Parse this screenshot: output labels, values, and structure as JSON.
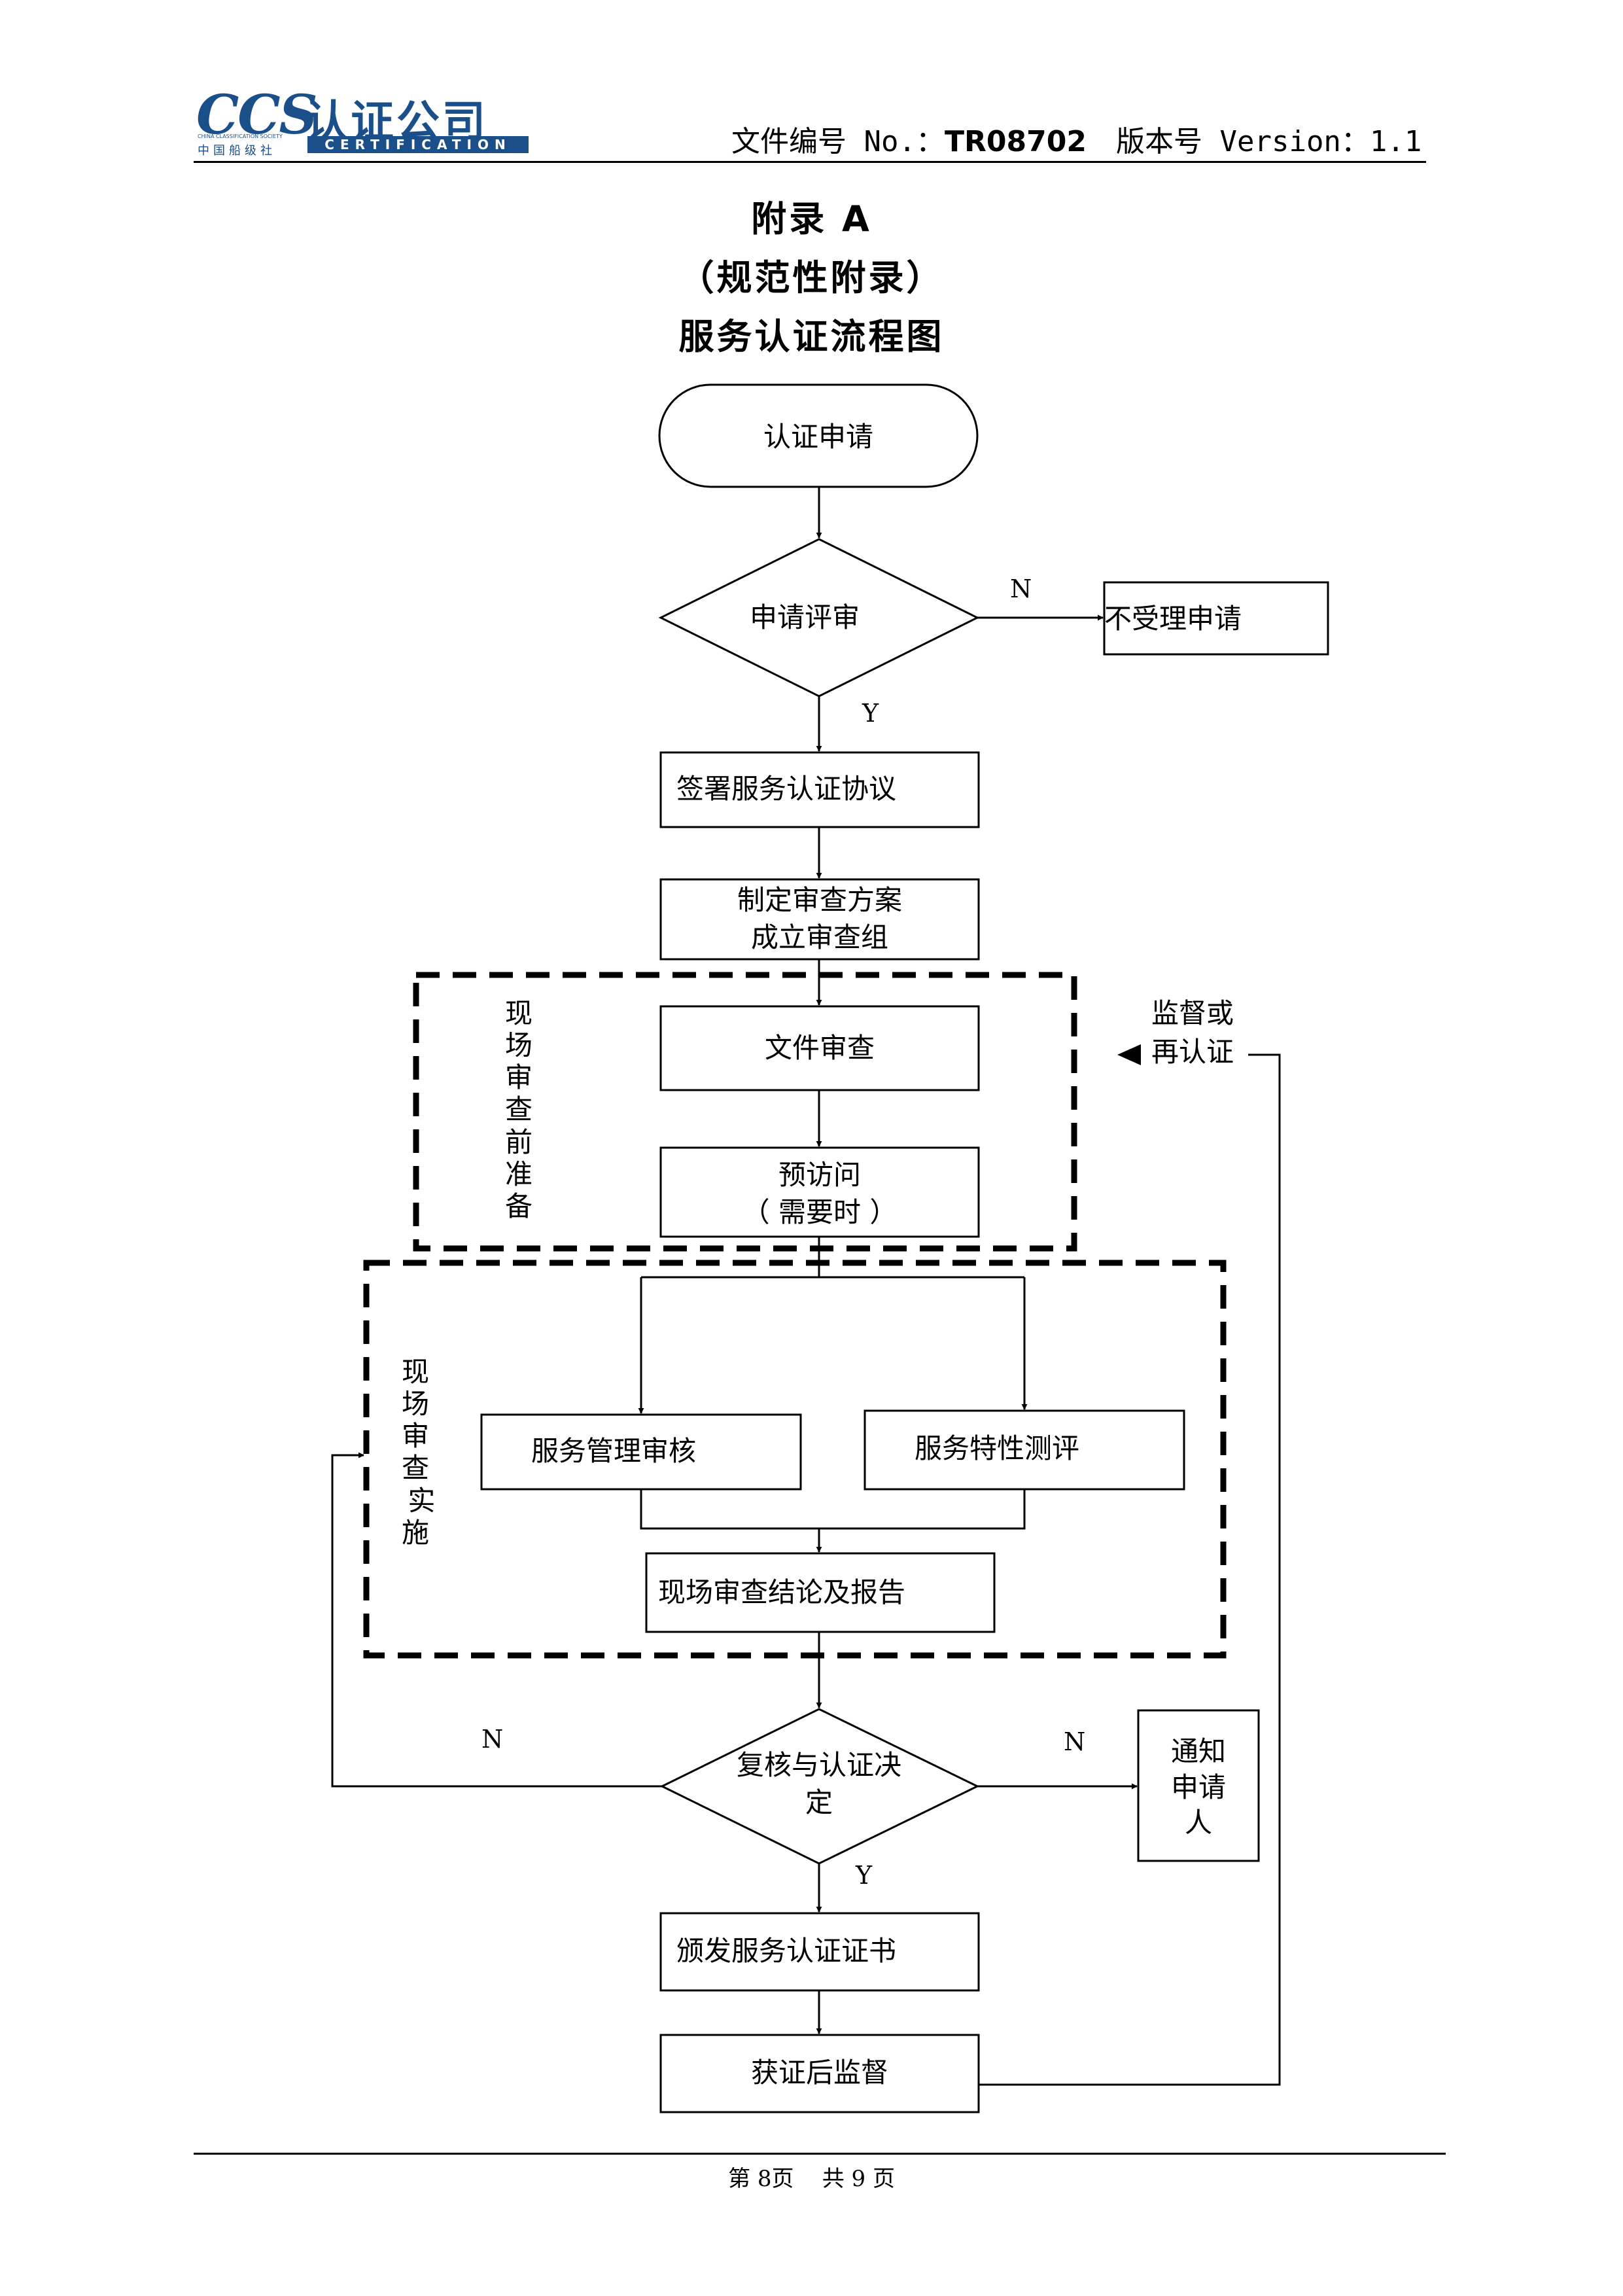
{
  "header": {
    "logo": {
      "mark": "CCS",
      "name": "认证公司",
      "english": "CERTIFICATION",
      "society": "中国船级社",
      "society_en": "CHINA CLASSIFICATION SOCIETY"
    },
    "doc_no_label": "文件编号 No.：",
    "doc_no": "TR08702",
    "version_label": "版本号 Version：",
    "version": "1.1"
  },
  "titles": {
    "line1": "附录 A",
    "line2": "（规范性附录）",
    "line3": "服务认证流程图"
  },
  "flow": {
    "start": "认证申请",
    "review": "申请评审",
    "reject": "不受理申请",
    "sign": "签署服务认证协议",
    "plan_line1": "制定审查方案",
    "plan_line2": "成立审查组",
    "doc_review": "文件审查",
    "pre_visit_line1": "预访问",
    "pre_visit_line2": "（ 需要时 ）",
    "mgmt_review": "服务管理审核",
    "char_eval": "服务特性测评",
    "conclusion": "现场审查结论及报告",
    "decision_line1": "复核与认证决",
    "decision_line2": "定",
    "notify_line1": "通知",
    "notify_line2": "申请",
    "notify_line3": "人",
    "issue": "颁发服务认证证书",
    "surveillance": "获证后监督",
    "recert_line1": "监督或",
    "recert_line2": "再认证",
    "prep_group": "现场审查前准备",
    "impl_group": [
      "现",
      "场",
      "审",
      "查",
      " 实",
      "施"
    ],
    "labels": {
      "n1": "N",
      "y1": "Y",
      "n2": "N",
      "n3": "N",
      "y2": "Y"
    }
  },
  "footer": {
    "page": "第 8页",
    "total": "共 9 页"
  }
}
